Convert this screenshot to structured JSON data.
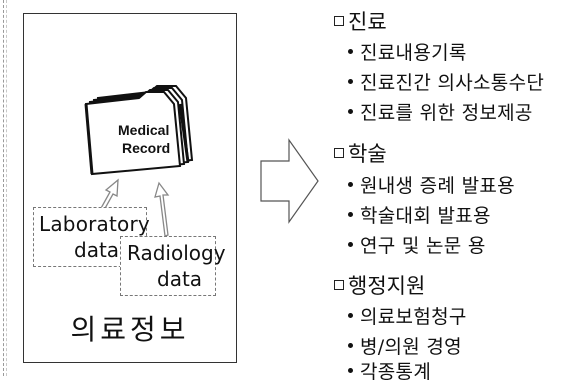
{
  "diagram": {
    "folder_label_line1": "Medical",
    "folder_label_line2": "Record",
    "lab_line1": "Laboratory",
    "lab_line2": "data",
    "rad_line1": "Radiology",
    "rad_line2": "data",
    "bottom_label": "의료정보"
  },
  "sections": [
    {
      "title": "진료",
      "items": [
        "진료내용기록",
        "진료진간 의사소통수단",
        "진료를 위한 정보제공"
      ]
    },
    {
      "title": "학술",
      "items": [
        "원내생 증례 발표용",
        "학술대회 발표용",
        "연구 및 논문 용"
      ]
    },
    {
      "title": "행정지원",
      "items": [
        "의료보험청구",
        "병/의원 경영",
        "각종통계"
      ]
    }
  ]
}
